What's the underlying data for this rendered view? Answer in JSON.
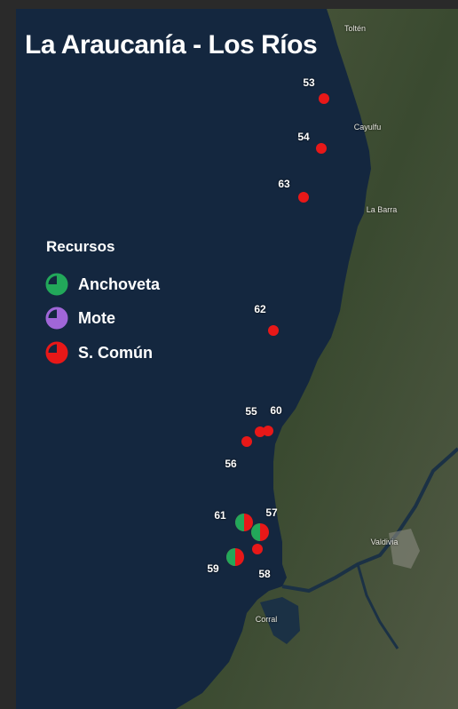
{
  "title": "La Araucanía - Los Ríos",
  "legend": {
    "title": "Recursos",
    "items": [
      {
        "label": "Anchoveta",
        "color": "#22a85a"
      },
      {
        "label": "Mote",
        "color": "#a066d8"
      },
      {
        "label": "S. Común",
        "color": "#e81818"
      }
    ]
  },
  "places": [
    "Toltén",
    "Cayulfu",
    "La Barra",
    "Valdivia",
    "Corral"
  ],
  "stations": [
    {
      "id": "53",
      "resources": [
        "S. Común"
      ]
    },
    {
      "id": "54",
      "resources": [
        "S. Común"
      ]
    },
    {
      "id": "63",
      "resources": [
        "S. Común"
      ]
    },
    {
      "id": "62",
      "resources": [
        "S. Común"
      ]
    },
    {
      "id": "55",
      "resources": [
        "S. Común"
      ]
    },
    {
      "id": "60",
      "resources": [
        "S. Común"
      ]
    },
    {
      "id": "56",
      "resources": [
        "S. Común"
      ]
    },
    {
      "id": "61",
      "resources": [
        "Anchoveta",
        "S. Común"
      ]
    },
    {
      "id": "57",
      "resources": [
        "Anchoveta",
        "S. Común"
      ]
    },
    {
      "id": "59",
      "resources": [
        "Anchoveta",
        "S. Común"
      ]
    },
    {
      "id": "58",
      "resources": [
        "S. Común"
      ]
    }
  ],
  "colors": {
    "sea": "#14273f",
    "land": "#3d4a33",
    "red": "#e81818",
    "green": "#22a85a",
    "purple": "#a066d8"
  }
}
